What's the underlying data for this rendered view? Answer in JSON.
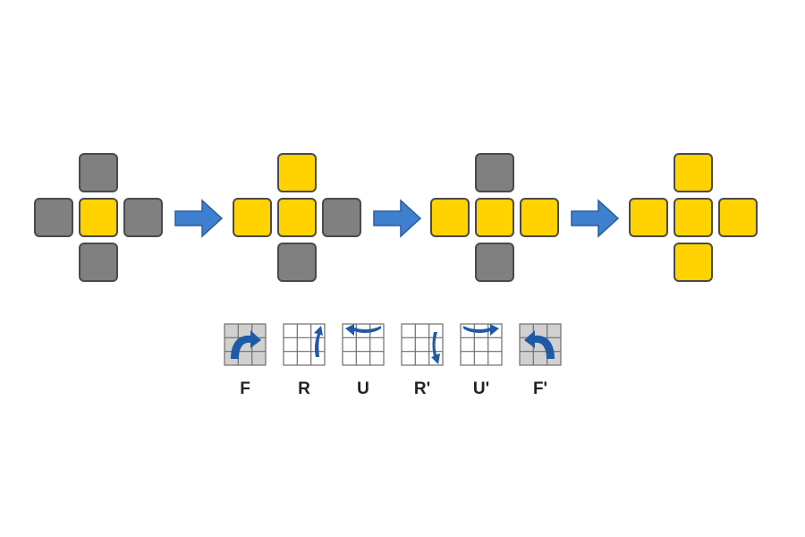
{
  "colors": {
    "yellow": "#ffd200",
    "gray": "#808080",
    "tile_border": "#4a4a4a",
    "arrow": "#3f7fd0",
    "move_arrow": "#1f5aa6",
    "grid_line": "#6e6e6e",
    "highlight_face": "#d0d0d0"
  },
  "sequence": [
    {
      "up": "gray",
      "left": "gray",
      "center": "yellow",
      "right": "gray",
      "down": "gray"
    },
    {
      "up": "yellow",
      "left": "yellow",
      "center": "yellow",
      "right": "gray",
      "down": "gray"
    },
    {
      "up": "gray",
      "left": "yellow",
      "center": "yellow",
      "right": "yellow",
      "down": "gray"
    },
    {
      "up": "yellow",
      "left": "yellow",
      "center": "yellow",
      "right": "yellow",
      "down": "yellow"
    }
  ],
  "transition_arrows": [
    {
      "icon": "right-arrow-icon"
    },
    {
      "icon": "right-arrow-icon"
    },
    {
      "icon": "right-arrow-icon"
    }
  ],
  "moves": [
    {
      "label": "F",
      "icon": "front-clockwise-icon"
    },
    {
      "label": "R",
      "icon": "right-up-icon"
    },
    {
      "label": "U",
      "icon": "up-turn-icon"
    },
    {
      "label": "R'",
      "icon": "right-down-icon"
    },
    {
      "label": "U'",
      "icon": "up-reverse-turn-icon"
    },
    {
      "label": "F'",
      "icon": "front-counterclockwise-icon"
    }
  ]
}
